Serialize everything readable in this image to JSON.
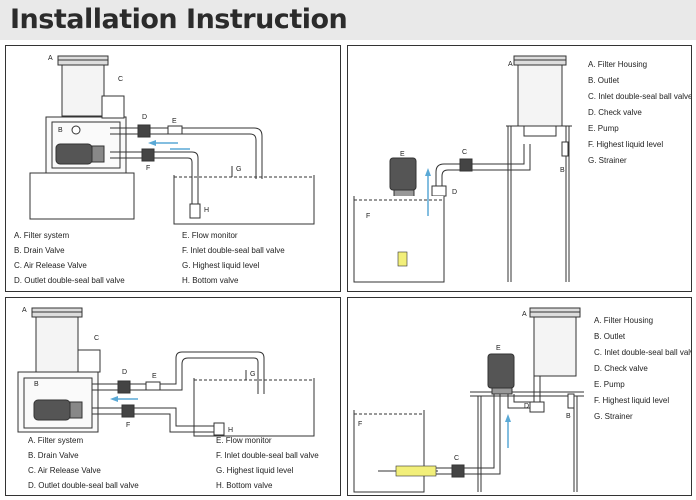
{
  "title": "Installation Instruction",
  "panels": {
    "p1": {
      "legend": [
        "A. Filter system",
        "B. Drain Valve",
        "C. Air Release Valve",
        "D. Outlet double-seal ball valve",
        "E. Flow monitor",
        "F. Inlet double-seal ball valve",
        "G. Highest liquid level",
        "H. Bottom valve"
      ],
      "tags": [
        "A",
        "B",
        "C",
        "D",
        "E",
        "F",
        "G",
        "H"
      ]
    },
    "p2": {
      "legend": [
        "A. Filter Housing",
        "B. Outlet",
        "C. Inlet double-seal ball valve",
        "D. Check valve",
        "E. Pump",
        "F. Highest liquid level",
        "G. Strainer"
      ],
      "tags": [
        "A",
        "B",
        "C",
        "D",
        "E",
        "F"
      ]
    },
    "p3": {
      "legend": [
        "A. Filter system",
        "B. Drain Valve",
        "C. Air Release Valve",
        "D. Outlet double-seal ball valve",
        "E. Flow monitor",
        "F. Inlet double-seal ball valve",
        "G. Highest liquid level",
        "H. Bottom valve"
      ],
      "tags": [
        "A",
        "B",
        "C",
        "D",
        "E",
        "F",
        "G",
        "H"
      ]
    },
    "p4": {
      "legend": [
        "A. Filter Housing",
        "B. Outlet",
        "C. Inlet double-seal ball valve",
        "D. Check valve",
        "E. Pump",
        "F. Highest liquid level",
        "G. Strainer"
      ],
      "tags": [
        "A",
        "B",
        "C",
        "D",
        "E",
        "F"
      ]
    }
  },
  "colors": {
    "water_arrow": "#5aa9d6",
    "strainer": "#f2ef7a",
    "line": "#333333",
    "header_bg": "#e9e9e9"
  }
}
